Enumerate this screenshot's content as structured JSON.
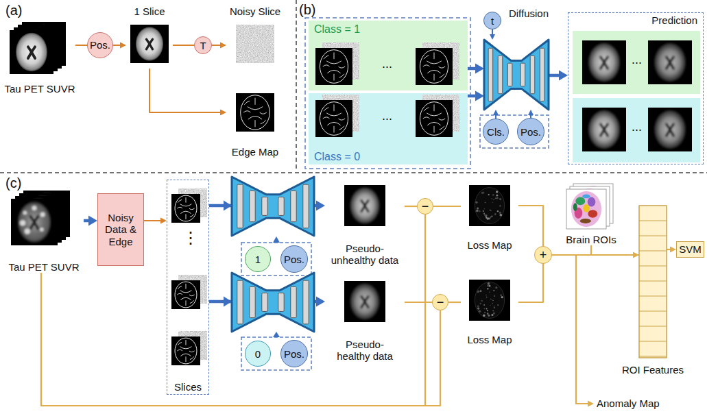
{
  "diagram": {
    "nodes": [
      {
        "text": [
          "Tau PET SUVR"
        ]
      },
      {
        "text": [
          "Pos."
        ]
      },
      {
        "text": [
          "1 Slice"
        ]
      },
      {
        "text": [
          "T"
        ]
      },
      {
        "text": [
          "Noisy Slice"
        ]
      },
      {
        "text": [
          "Edge Map"
        ]
      },
      {
        "text": [
          "Class = 1"
        ]
      },
      {
        "text": [
          "Class = 0"
        ]
      },
      {
        "text": [
          "t"
        ]
      },
      {
        "text": [
          "Diffusion"
        ]
      },
      {
        "text": [
          "Cls."
        ]
      },
      {
        "text": [
          "Pos."
        ]
      },
      {
        "text": [
          "Prediction"
        ]
      },
      {
        "text": [
          "Tau PET SUVR"
        ]
      },
      {
        "text": [
          "Noisy Data & Edge"
        ]
      },
      {
        "text": [
          "Slices"
        ]
      },
      {
        "text": [
          "1"
        ]
      },
      {
        "text": [
          "Pos."
        ]
      },
      {
        "text": [
          "Pseudo-unhealthy data"
        ]
      },
      {
        "text": [
          "−"
        ]
      },
      {
        "text": [
          "Loss Map"
        ]
      },
      {
        "text": [
          "0"
        ]
      },
      {
        "text": [
          "Pos."
        ]
      },
      {
        "text": [
          "Pseudo-healthy data"
        ]
      },
      {
        "text": [
          "−"
        ]
      },
      {
        "text": [
          "Loss Map"
        ]
      },
      {
        "text": [
          "+"
        ]
      },
      {
        "text": [
          "Brain ROIs"
        ]
      },
      {
        "text": [
          "ROI Features"
        ]
      },
      {
        "text": [
          "SVM"
        ]
      },
      {
        "text": [
          "Anomaly Map"
        ]
      }
    ],
    "edges": [
      {
        "from": 0,
        "to": 1,
        "arrow": "none"
      },
      {
        "from": 1,
        "to": 2,
        "arrow": "to"
      },
      {
        "from": 2,
        "to": 3,
        "arrow": "none"
      },
      {
        "from": 3,
        "to": 4,
        "arrow": "to"
      },
      {
        "from": 2,
        "to": 5,
        "arrow": "to"
      },
      {
        "from": 6,
        "to": 9,
        "arrow": "to"
      },
      {
        "from": 7,
        "to": 9,
        "arrow": "to"
      },
      {
        "from": 8,
        "to": 9,
        "arrow": "to"
      },
      {
        "from": 10,
        "to": 9,
        "arrow": "to"
      },
      {
        "from": 11,
        "to": 9,
        "arrow": "to"
      },
      {
        "from": 9,
        "to": 12,
        "arrow": "to"
      },
      {
        "from": 13,
        "to": 14,
        "arrow": "to"
      },
      {
        "from": 14,
        "to": 15,
        "arrow": "to"
      },
      {
        "from": 15,
        "to": 18,
        "arrow": "to"
      },
      {
        "from": 15,
        "to": 23,
        "arrow": "to"
      },
      {
        "from": 18,
        "to": 19,
        "arrow": "none"
      },
      {
        "from": 19,
        "to": 20,
        "arrow": "none"
      },
      {
        "from": 13,
        "to": 19,
        "arrow": "none"
      },
      {
        "from": 13,
        "to": 24,
        "arrow": "none"
      },
      {
        "from": 23,
        "to": 24,
        "arrow": "none"
      },
      {
        "from": 24,
        "to": 25,
        "arrow": "none"
      },
      {
        "from": 20,
        "to": 26,
        "arrow": "none"
      },
      {
        "from": 25,
        "to": 26,
        "arrow": "none"
      },
      {
        "from": 26,
        "to": 28,
        "arrow": "none"
      },
      {
        "from": 27,
        "to": 28,
        "arrow": "to"
      },
      {
        "from": 26,
        "to": 30,
        "arrow": "to"
      },
      {
        "from": 28,
        "to": 29,
        "arrow": "to"
      }
    ],
    "labels": [
      "(a)",
      "(b)",
      "(c)",
      "...",
      "...",
      "...",
      "...",
      "⋮"
    ]
  }
}
